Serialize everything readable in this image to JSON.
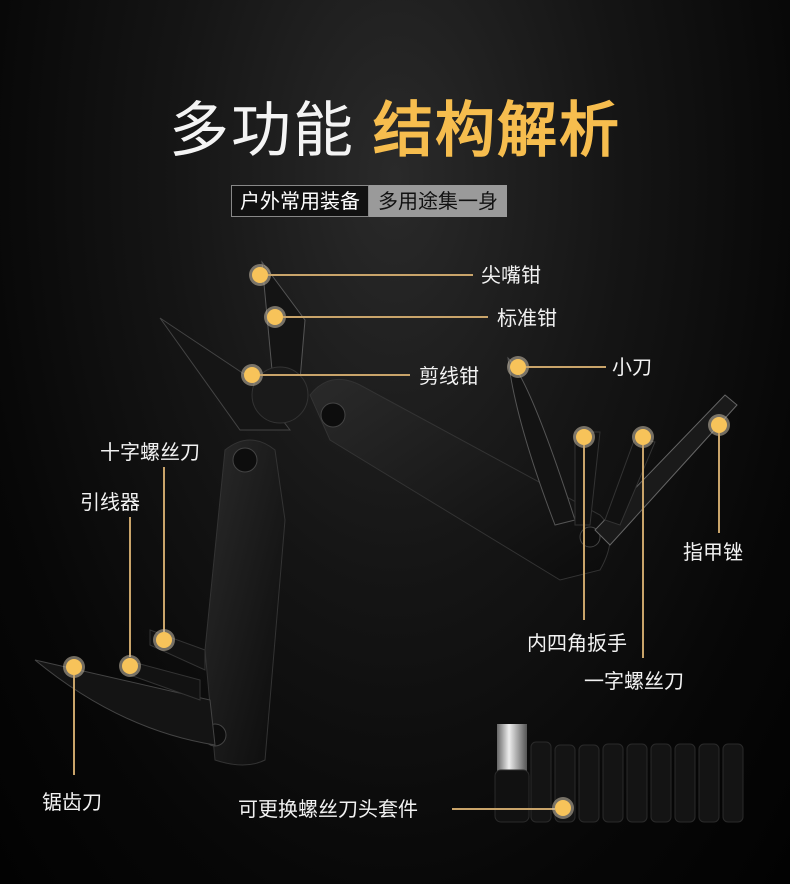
{
  "title": {
    "light": "多功能",
    "bold": "结构解析",
    "accent_color": "#f6bd4e"
  },
  "tags": [
    "户外常用装备",
    "多用途集一身"
  ],
  "callouts": {
    "needle_nose_pliers": "尖嘴钳",
    "standard_pliers": "标准钳",
    "wire_cutter": "剪线钳",
    "small_knife": "小刀",
    "phillips_screwdriver": "十字螺丝刀",
    "threader": "引线器",
    "nail_file": "指甲锉",
    "hex_wrench": "内四角扳手",
    "flat_screwdriver": "一字螺丝刀",
    "saw_blade": "锯齿刀",
    "bit_set": "可更换螺丝刀头套件"
  },
  "colors": {
    "dot": "#f7c35a",
    "line": "#c9a46a",
    "background": "#050505"
  }
}
